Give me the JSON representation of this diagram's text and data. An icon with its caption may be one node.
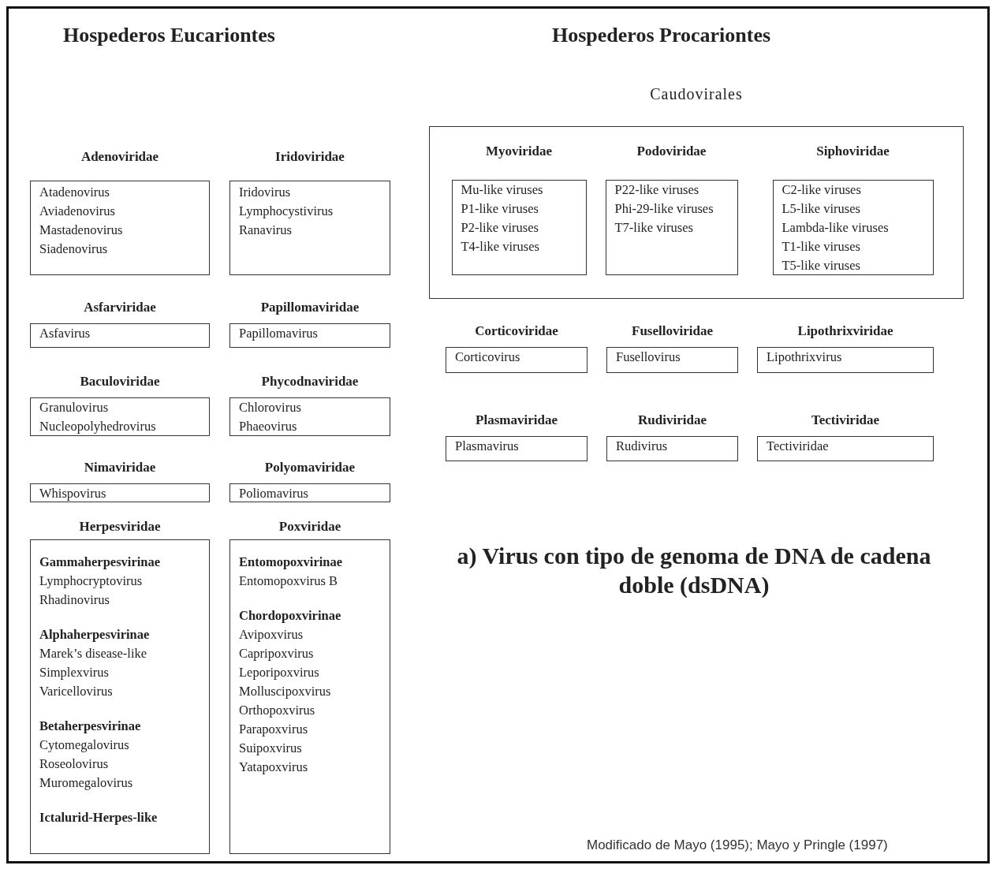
{
  "diagram": {
    "title": "a) Virus con tipo de genoma de DNA de cadena doble (dsDNA)",
    "caption": "Modificado de Mayo (1995); Mayo y Pringle (1997)",
    "nodes": [
      {
        "text": [
          "Adenoviridae",
          "Atadenovirus",
          "Aviadenovirus",
          "Mastadenovirus",
          "Siadenovirus"
        ]
      },
      {
        "text": [
          "Iridoviridae",
          "Iridovirus",
          "Lymphocystivirus",
          "Ranavirus"
        ]
      },
      {
        "text": [
          "Asfarviridae",
          "Asfavirus"
        ]
      },
      {
        "text": [
          "Papillomaviridae",
          "Papillomavirus"
        ]
      },
      {
        "text": [
          "Baculoviridae",
          "Granulovirus",
          "Nucleopolyhedrovirus"
        ]
      },
      {
        "text": [
          "Phycodnaviridae",
          "Chlorovirus",
          "Phaeovirus"
        ]
      },
      {
        "text": [
          "Nimaviridae",
          "Whispovirus"
        ]
      },
      {
        "text": [
          "Polyomaviridae",
          "Poliomavirus"
        ]
      },
      {
        "text": [
          "Herpesviridae",
          "**Gammaherpesvirinae**",
          "Lymphocryptovirus",
          "Rhadinovirus",
          "**Alphaherpesvirinae**",
          "Marek’s disease-like",
          "Simplexvirus",
          "Varicellovirus",
          "**Betaherpesvirinae**",
          "Cytomegalovirus",
          "Roseolovirus",
          "Muromegalovirus",
          "**Ictalurid-Herpes-like**"
        ]
      },
      {
        "text": [
          "Poxviridae",
          "**Entomopoxvirinae**",
          "Entomopoxvirus B",
          "**Chordopoxvirinae**",
          "Avipoxvirus",
          "Capripoxvirus",
          "Leporipoxvirus",
          "Molluscipoxvirus",
          "Orthopoxvirus",
          "Parapoxvirus",
          "Suipoxvirus",
          "Yatapoxvirus"
        ]
      },
      {
        "text": [
          "Caudovirales"
        ]
      },
      {
        "text": [
          "Myoviridae",
          "Mu-like viruses",
          "P1-like viruses",
          "P2-like viruses",
          "T4-like viruses"
        ],
        "in": 10
      },
      {
        "text": [
          "Podoviridae",
          "P22-like viruses",
          "Phi-29-like viruses",
          "T7-like viruses"
        ],
        "in": 10
      },
      {
        "text": [
          "Siphoviridae",
          "C2-like viruses",
          "L5-like viruses",
          "Lambda-like viruses",
          "T1-like viruses",
          "T5-like viruses"
        ],
        "in": 10
      },
      {
        "text": [
          "Corticoviridae",
          "Corticovirus"
        ]
      },
      {
        "text": [
          "Fuselloviridae",
          "Fusellovirus"
        ]
      },
      {
        "text": [
          "Lipothrixviridae",
          "Lipothrixvirus"
        ]
      },
      {
        "text": [
          "Plasmaviridae",
          "Plasmavirus"
        ]
      },
      {
        "text": [
          "Rudiviridae",
          "Rudivirus"
        ]
      },
      {
        "text": [
          "Tectiviridae",
          "Tectiviridae"
        ]
      }
    ],
    "edges": [],
    "labels": [
      "Hospederos Eucariontes",
      "Hospederos Procariontes"
    ]
  }
}
